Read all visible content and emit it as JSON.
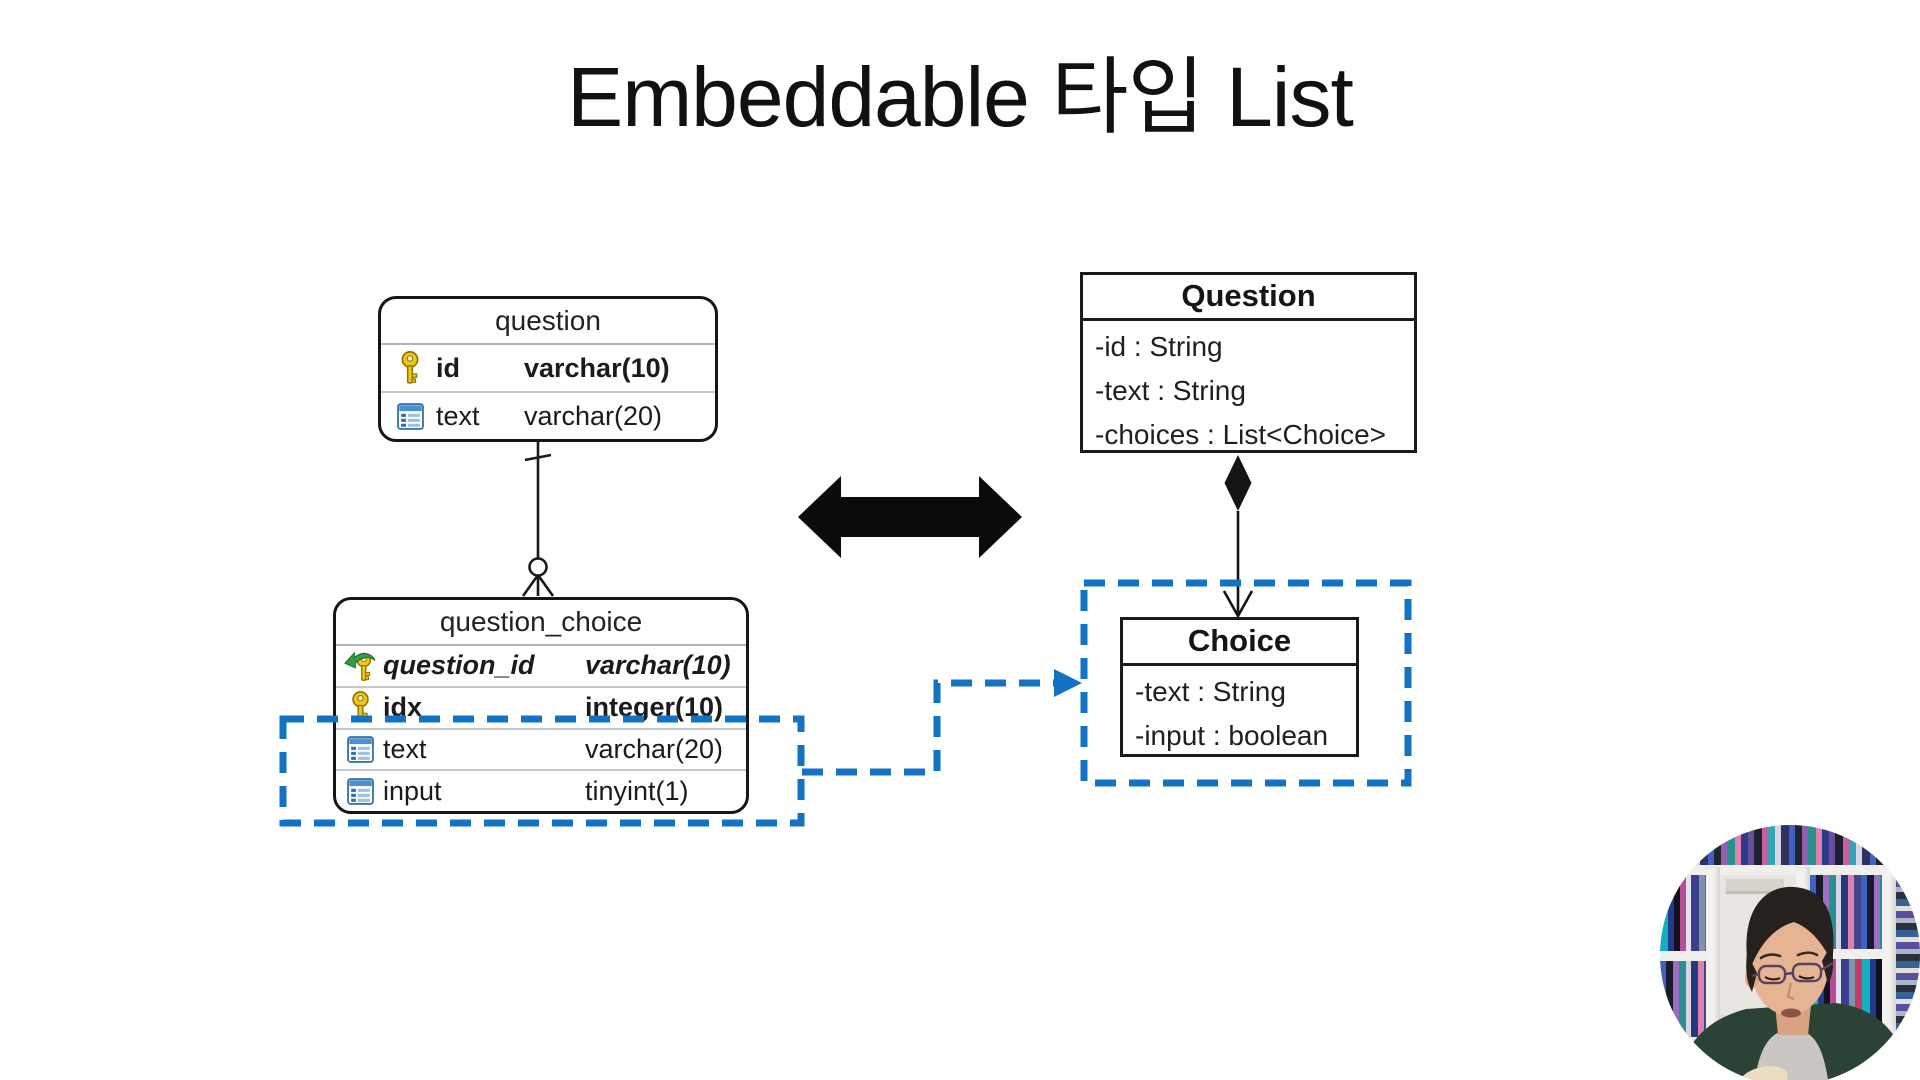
{
  "title": "Embeddable 타입 List",
  "colors": {
    "highlight_blue": "#1272c4",
    "diagram_black": "#141414",
    "key_yellow": "#f3c614",
    "field_icon_blue": "#3c86c8",
    "fk_arrow_green": "#2f9e41"
  },
  "er_diagram": {
    "question_table": {
      "title": "question",
      "rows": [
        {
          "icon": "primary-key-icon",
          "name": "id",
          "type": "varchar(10)"
        },
        {
          "icon": "field-icon",
          "name": "text",
          "type": "varchar(20)"
        }
      ]
    },
    "question_choice_table": {
      "title": "question_choice",
      "rows": [
        {
          "icon": "foreign-key-icon",
          "name": "question_id",
          "type": "varchar(10)"
        },
        {
          "icon": "primary-key-icon",
          "name": "idx",
          "type": "integer(10)"
        },
        {
          "icon": "field-icon",
          "name": "text",
          "type": "varchar(20)"
        },
        {
          "icon": "field-icon",
          "name": "input",
          "type": "tinyint(1)"
        }
      ]
    },
    "relationship": "one-to-many (question 1 — 0..N question_choice)"
  },
  "uml_diagram": {
    "question_class": {
      "title": "Question",
      "attributes": [
        "-id : String",
        "-text : String",
        "-choices : List<Choice>"
      ]
    },
    "choice_class": {
      "title": "Choice",
      "attributes": [
        "-text : String",
        "-input : boolean"
      ]
    },
    "relationship": "composition (Question ◆→ Choice)"
  }
}
